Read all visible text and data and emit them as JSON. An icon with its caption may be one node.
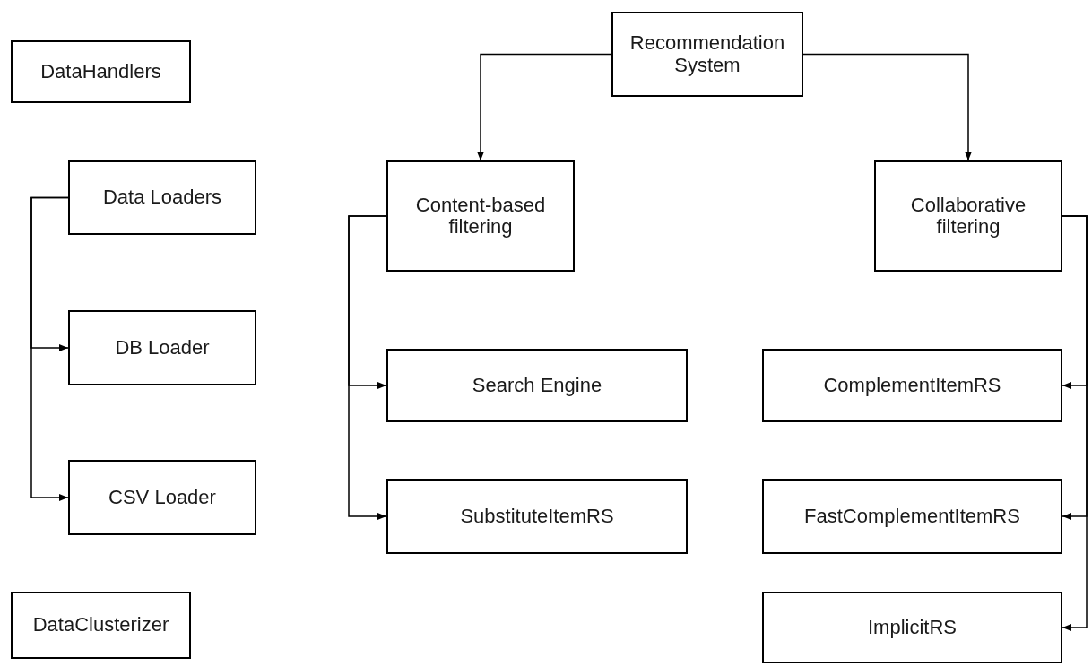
{
  "diagram": {
    "nodes": [
      {
        "text": [
          "DataHandlers"
        ]
      },
      {
        "text": [
          "Data Loaders"
        ]
      },
      {
        "text": [
          "DB Loader"
        ]
      },
      {
        "text": [
          "CSV Loader"
        ]
      },
      {
        "text": [
          "DataClusterizer"
        ]
      },
      {
        "text": [
          "Recommendation System"
        ]
      },
      {
        "text": [
          "Content-based filtering"
        ]
      },
      {
        "text": [
          "Collaborative filtering"
        ]
      },
      {
        "text": [
          "Search Engine"
        ]
      },
      {
        "text": [
          "SubstituteItemRS"
        ]
      },
      {
        "text": [
          "ComplementItemRS"
        ]
      },
      {
        "text": [
          "FastComplementItemRS"
        ]
      },
      {
        "text": [
          "ImplicitRS"
        ]
      }
    ],
    "edges": [
      {
        "from": 5,
        "to": 6,
        "arrow": "to"
      },
      {
        "from": 5,
        "to": 7,
        "arrow": "to"
      },
      {
        "from": 1,
        "to": 2,
        "arrow": "to"
      },
      {
        "from": 1,
        "to": 3,
        "arrow": "to"
      },
      {
        "from": 6,
        "to": 8,
        "arrow": "to"
      },
      {
        "from": 6,
        "to": 9,
        "arrow": "to"
      },
      {
        "from": 7,
        "to": 10,
        "arrow": "to"
      },
      {
        "from": 7,
        "to": 11,
        "arrow": "to"
      },
      {
        "from": 7,
        "to": 12,
        "arrow": "to"
      }
    ]
  }
}
